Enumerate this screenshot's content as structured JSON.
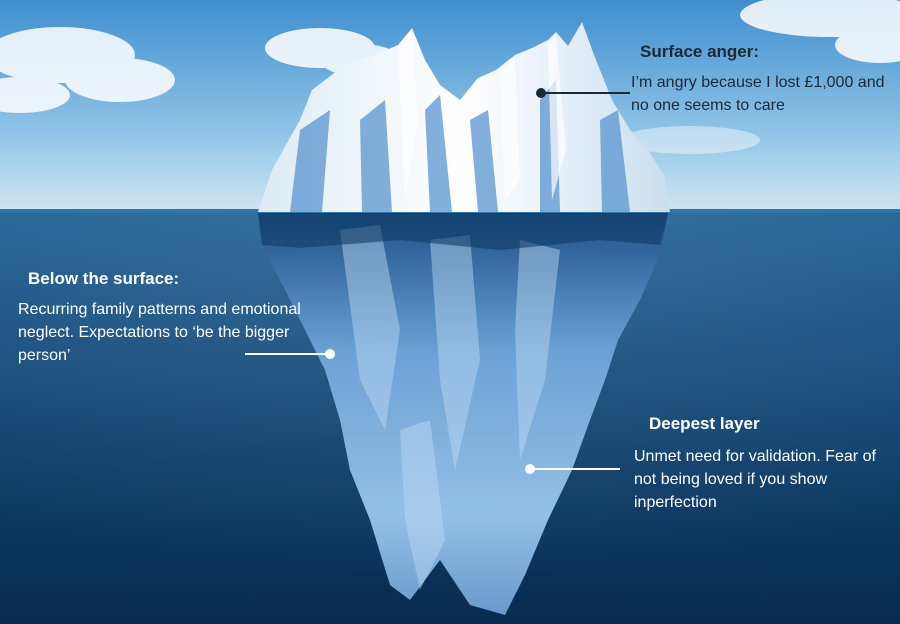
{
  "callouts": {
    "surface": {
      "title": "Surface anger:",
      "text": "I’m angry because I lost £1,000 and no one seems to care"
    },
    "below": {
      "title": "Below the surface:",
      "text": "Recurring family patterns and emotional neglect. Expectations to ‘be the bigger person’"
    },
    "deepest": {
      "title": "Deepest layer",
      "text": "Unmet need for validation. Fear of not being loved if you show inperfection"
    }
  },
  "colors": {
    "sky_top": "#3f8fcf",
    "sky_bottom": "#cfe6f3",
    "sea_top": "#1e5f94",
    "sea_bottom": "#082a4c",
    "ice": "#f1f7fb",
    "ice_shadow": "#5a95d0",
    "dark_text": "#1a2a33",
    "light_text": "#ffffff"
  }
}
